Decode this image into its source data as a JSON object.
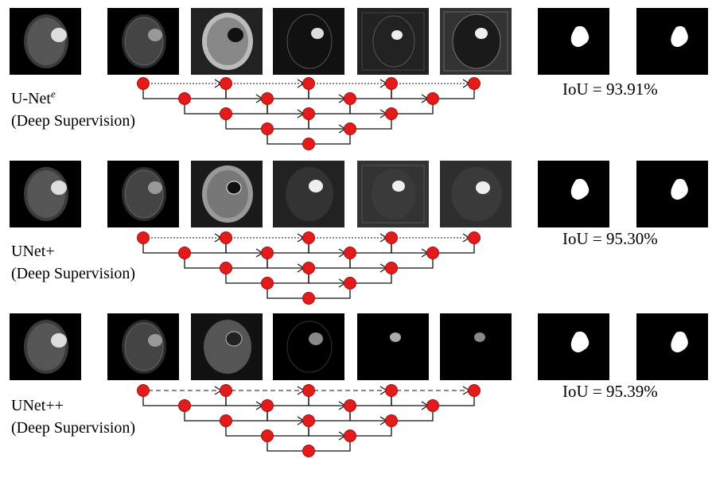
{
  "rows": [
    {
      "label_main": "U-Net",
      "label_sup": "e",
      "label_sub": "(Deep Supervision)",
      "metric": "IoU = 93.91%",
      "connection_style": "dotted",
      "skip_rows": 4
    },
    {
      "label_main": "UNet+",
      "label_sup": "",
      "label_sub": "(Deep Supervision)",
      "metric": "IoU = 95.30%",
      "connection_style": "dotted",
      "skip_rows": 4
    },
    {
      "label_main": "UNet++",
      "label_sup": "",
      "label_sub": "(Deep Supervision)",
      "metric": "IoU = 95.39%",
      "connection_style": "dashed",
      "skip_rows": 4
    }
  ],
  "colors": {
    "node": "#e31b1b",
    "node_stroke": "#a30f0f",
    "line": "#111111",
    "background": "#ffffff"
  },
  "icons": [
    "brain-mri-slice",
    "feature-map",
    "segmentation-mask"
  ]
}
